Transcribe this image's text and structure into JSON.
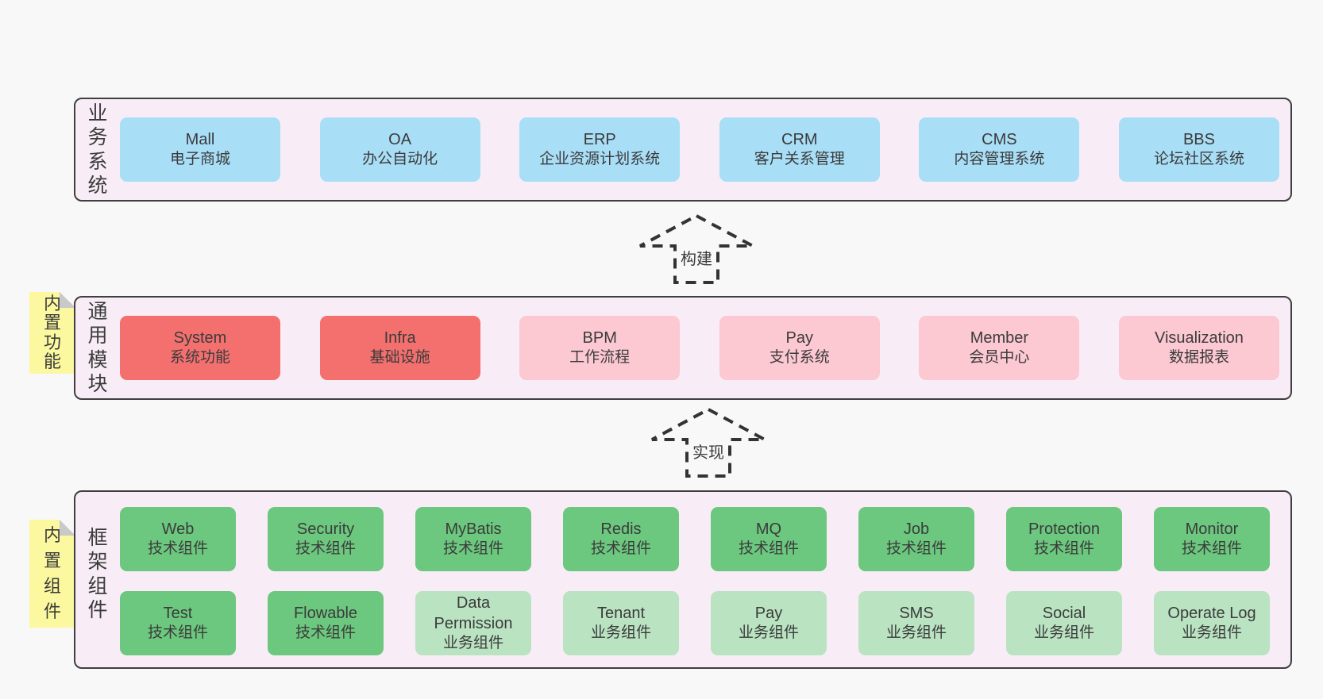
{
  "colors": {
    "page_bg": "#f8f8f8",
    "band_bg": "#f8edf6",
    "band_border": "#3f3f3f",
    "blue": "#a9def7",
    "red": "#f3706f",
    "pink": "#fcc8d2",
    "green": "#6cc87e",
    "light_green": "#bae3c2",
    "sticky_yellow": "#fbf8a0",
    "sticky_fold_gray": "#c9c9c9",
    "text": "#3b3b3b"
  },
  "arrows": [
    {
      "label": "构建"
    },
    {
      "label": "实现"
    }
  ],
  "bands": [
    {
      "label": "业务系统",
      "boxes": [
        {
          "title": "Mall",
          "subtitle": "电子商城"
        },
        {
          "title": "OA",
          "subtitle": "办公自动化"
        },
        {
          "title": "ERP",
          "subtitle": "企业资源计划系统"
        },
        {
          "title": "CRM",
          "subtitle": "客户关系管理"
        },
        {
          "title": "CMS",
          "subtitle": "内容管理系统"
        },
        {
          "title": "BBS",
          "subtitle": "论坛社区系统"
        }
      ]
    },
    {
      "label": "通用模块",
      "sticky": "内置功能",
      "boxes": [
        {
          "title": "System",
          "subtitle": "系统功能"
        },
        {
          "title": "Infra",
          "subtitle": "基础设施"
        },
        {
          "title": "BPM",
          "subtitle": "工作流程"
        },
        {
          "title": "Pay",
          "subtitle": "支付系统"
        },
        {
          "title": "Member",
          "subtitle": "会员中心"
        },
        {
          "title": "Visualization",
          "subtitle": "数据报表"
        }
      ]
    },
    {
      "label": "框架组件",
      "sticky": "内置组件",
      "rows": [
        [
          {
            "title": "Web",
            "subtitle": "技术组件"
          },
          {
            "title": "Security",
            "subtitle": "技术组件"
          },
          {
            "title": "MyBatis",
            "subtitle": "技术组件"
          },
          {
            "title": "Redis",
            "subtitle": "技术组件"
          },
          {
            "title": "MQ",
            "subtitle": "技术组件"
          },
          {
            "title": "Job",
            "subtitle": "技术组件"
          },
          {
            "title": "Protection",
            "subtitle": "技术组件"
          },
          {
            "title": "Monitor",
            "subtitle": "技术组件"
          }
        ],
        [
          {
            "title": "Test",
            "subtitle": "技术组件"
          },
          {
            "title": "Flowable",
            "subtitle": "技术组件"
          },
          {
            "title": "Data Permission",
            "subtitle": "业务组件"
          },
          {
            "title": "Tenant",
            "subtitle": "业务组件"
          },
          {
            "title": "Pay",
            "subtitle": "业务组件"
          },
          {
            "title": "SMS",
            "subtitle": "业务组件"
          },
          {
            "title": "Social",
            "subtitle": "业务组件"
          },
          {
            "title": "Operate Log",
            "subtitle": "业务组件"
          }
        ]
      ]
    }
  ]
}
